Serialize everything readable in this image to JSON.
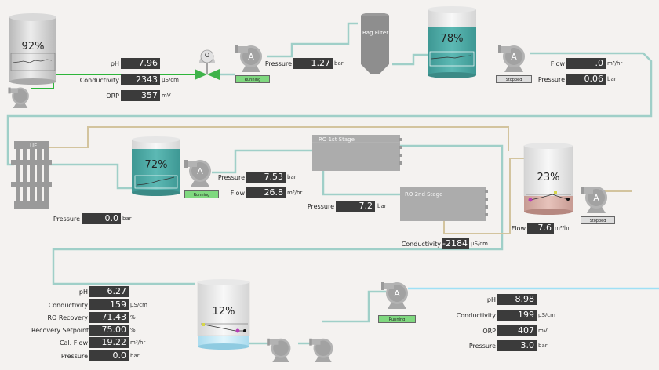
{
  "tank_raw": {
    "level": "92%"
  },
  "tank_bag": {
    "level": "78%"
  },
  "tank_uf": {
    "level": "72%"
  },
  "tank_ro": {
    "level": "23%"
  },
  "tank_product": {
    "level": "12%"
  },
  "valve_symbol": "O",
  "bag_filter": {
    "label": "Bag Filter"
  },
  "uf": {
    "label": "UF"
  },
  "ro1": {
    "label": "RO 1st Stage"
  },
  "ro2": {
    "label": "RO 2nd Stage"
  },
  "pump_letter": "A",
  "pumps": {
    "p1": {
      "status": "Running"
    },
    "p2": {
      "status": "Stopped"
    },
    "p3": {
      "status": "Running"
    },
    "p4": {
      "status": "Stopped"
    },
    "p5": {
      "status": "Running"
    }
  },
  "feed": {
    "ph": {
      "label": "pH",
      "value": "7.96",
      "unit": ""
    },
    "conductivity": {
      "label": "Conductivity",
      "value": "2343",
      "unit": "µS/cm"
    },
    "orp": {
      "label": "ORP",
      "value": "357",
      "unit": "mV"
    }
  },
  "pump1": {
    "pressure": {
      "label": "Pressure",
      "value": "1.27",
      "unit": "bar"
    }
  },
  "pump2": {
    "flow": {
      "label": "Flow",
      "value": ".0",
      "unit": "m³/hr"
    },
    "pressure": {
      "label": "Pressure",
      "value": "0.06",
      "unit": "bar"
    }
  },
  "uf_pressure": {
    "label": "Pressure",
    "value": "0.0",
    "unit": "bar"
  },
  "pump3": {
    "pressure": {
      "label": "Pressure",
      "value": "7.53",
      "unit": "bar"
    },
    "flow": {
      "label": "Flow",
      "value": "26.8",
      "unit": "m³/hr"
    }
  },
  "ro_mid_pressure": {
    "label": "Pressure",
    "value": "7.2",
    "unit": "bar"
  },
  "ro_conductivity": {
    "label": "Conductivity",
    "value": "-2184",
    "unit": "µS/cm"
  },
  "ro_flow": {
    "label": "Flow",
    "value": "7.6",
    "unit": "m³/hr"
  },
  "product": {
    "ph": {
      "label": "pH",
      "value": "6.27",
      "unit": ""
    },
    "conductivity": {
      "label": "Conductivity",
      "value": "159",
      "unit": "µS/cm"
    },
    "ro_recovery": {
      "label": "RO Recovery",
      "value": "71.43",
      "unit": "%"
    },
    "recovery_setpoint": {
      "label": "Recovery Setpoint",
      "value": "75.00",
      "unit": "%"
    },
    "cal_flow": {
      "label": "Cal. Flow",
      "value": "19.22",
      "unit": "m³/hr"
    },
    "pressure": {
      "label": "Pressure",
      "value": "0.0",
      "unit": "bar"
    }
  },
  "output": {
    "ph": {
      "label": "pH",
      "value": "8.98",
      "unit": ""
    },
    "conductivity": {
      "label": "Conductivity",
      "value": "199",
      "unit": "µS/cm"
    },
    "orp": {
      "label": "ORP",
      "value": "407",
      "unit": "mV"
    },
    "pressure": {
      "label": "Pressure",
      "value": "3.0",
      "unit": "bar"
    }
  },
  "colors": {
    "pipe_blue": "#9fcfc8",
    "pipe_tan": "#d3c49e",
    "pipe_green": "#2db53a",
    "pipe_cyan": "#9fe0f5",
    "water_teal": "#4aa7a3",
    "equipment_gray": "#a3a3a3",
    "running_green": "#7fd87f"
  }
}
